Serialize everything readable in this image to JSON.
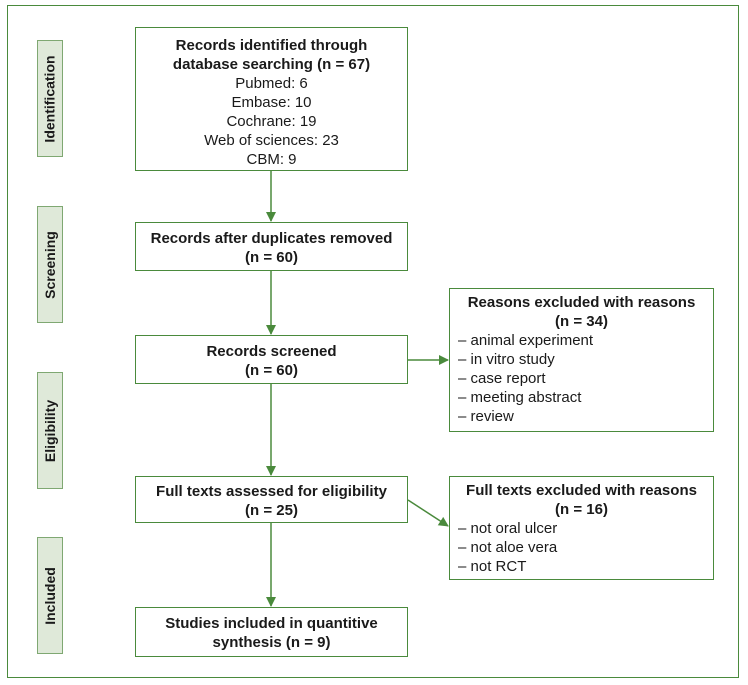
{
  "stages": {
    "identification": "Identification",
    "screening": "Screening",
    "eligibility": "Eligibility",
    "included": "Included"
  },
  "identified": {
    "title": "Records identified through database searching (n = 67)",
    "sources": [
      "Pubmed: 6",
      "Embase: 10",
      "Cochrane: 19",
      "Web of sciences: 23",
      "CBM: 9"
    ]
  },
  "duplicates_removed": {
    "title": "Records after duplicates removed",
    "count": "(n = 60)"
  },
  "screened": {
    "title": "Records screened",
    "count": "(n = 60)"
  },
  "excluded_screening": {
    "title": "Reasons excluded with reasons",
    "count": "(n = 34)",
    "reasons": [
      "– animal experiment",
      "– in vitro study",
      "– case report",
      "– meeting abstract",
      "– review"
    ]
  },
  "full_texts": {
    "title": "Full texts assessed for eligibility",
    "count": "(n = 25)"
  },
  "excluded_full_text": {
    "title": "Full texts excluded with reasons",
    "count": "(n = 16)",
    "reasons": [
      "– not oral ulcer",
      "– not aloe vera",
      "– not RCT"
    ]
  },
  "included": {
    "title": "Studies included in quantitive",
    "count": "synthesis (n = 9)"
  },
  "colors": {
    "line": "#4a8a3c",
    "stage_fill": "#dfe9d9",
    "stage_border": "#7fa872"
  }
}
